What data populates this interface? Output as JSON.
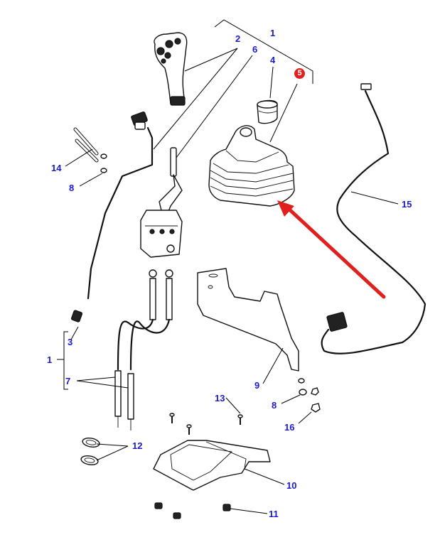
{
  "diagram": {
    "title": "",
    "highlight_color": "#e0201c",
    "label_color": "#1a1acc",
    "highlighted_part": "5",
    "callouts": [
      {
        "id": "c1a",
        "text": "1"
      },
      {
        "id": "c2",
        "text": "2"
      },
      {
        "id": "c6",
        "text": "6"
      },
      {
        "id": "c4",
        "text": "4"
      },
      {
        "id": "c5",
        "text": "5"
      },
      {
        "id": "c14",
        "text": "14"
      },
      {
        "id": "c8a",
        "text": "8"
      },
      {
        "id": "c15",
        "text": "15"
      },
      {
        "id": "c3",
        "text": "3"
      },
      {
        "id": "c1b",
        "text": "1"
      },
      {
        "id": "c7",
        "text": "7"
      },
      {
        "id": "c9",
        "text": "9"
      },
      {
        "id": "c13",
        "text": "13"
      },
      {
        "id": "c8b",
        "text": "8"
      },
      {
        "id": "c16",
        "text": "16"
      },
      {
        "id": "c12",
        "text": "12"
      },
      {
        "id": "c10",
        "text": "10"
      },
      {
        "id": "c11",
        "text": "11"
      }
    ],
    "parts": [
      {
        "number": "1",
        "name": "joystick assembly"
      },
      {
        "number": "2",
        "name": "joystick handle"
      },
      {
        "number": "3",
        "name": "connector"
      },
      {
        "number": "4",
        "name": "grommet"
      },
      {
        "number": "5",
        "name": "rubber boot"
      },
      {
        "number": "6",
        "name": "wiring lead"
      },
      {
        "number": "7",
        "name": "control cables"
      },
      {
        "number": "8",
        "name": "washer"
      },
      {
        "number": "9",
        "name": "mounting bracket"
      },
      {
        "number": "10",
        "name": "console cover"
      },
      {
        "number": "11",
        "name": "clip nut"
      },
      {
        "number": "12",
        "name": "seal"
      },
      {
        "number": "13",
        "name": "screw"
      },
      {
        "number": "14",
        "name": "bolt"
      },
      {
        "number": "15",
        "name": "wiring harness"
      },
      {
        "number": "16",
        "name": "nut"
      }
    ]
  }
}
